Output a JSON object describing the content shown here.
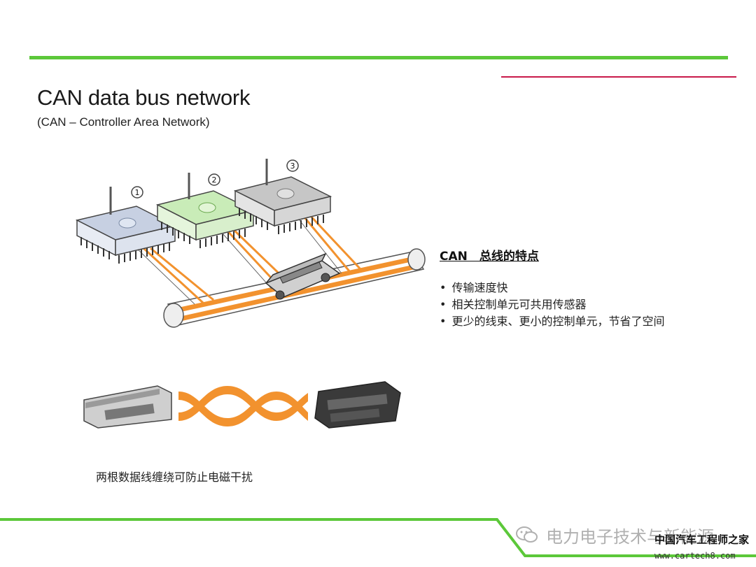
{
  "slide": {
    "title": "CAN data bus network",
    "subtitle": "(CAN – Controller Area Network)"
  },
  "ecus": [
    {
      "number": "1",
      "color": "#c7d0e2"
    },
    {
      "number": "2",
      "color": "#c9ecb8"
    },
    {
      "number": "3",
      "color": "#c6c6c6"
    }
  ],
  "features": {
    "title": "CAN　总线的特点",
    "items": [
      "传输速度快",
      "相关控制单元可共用传感器",
      "更少的线束、更小的控制单元，节省了空间"
    ]
  },
  "caption": "两根数据线缠绕可防止电磁干扰",
  "watermark": {
    "text": "电力电子技术与新能源",
    "site_cn": "中国汽车工程师之家",
    "site_url": "www.cartech8.com"
  },
  "colors": {
    "green": "#5cc83a",
    "red": "#c8194a",
    "orange": "#f2922e"
  }
}
